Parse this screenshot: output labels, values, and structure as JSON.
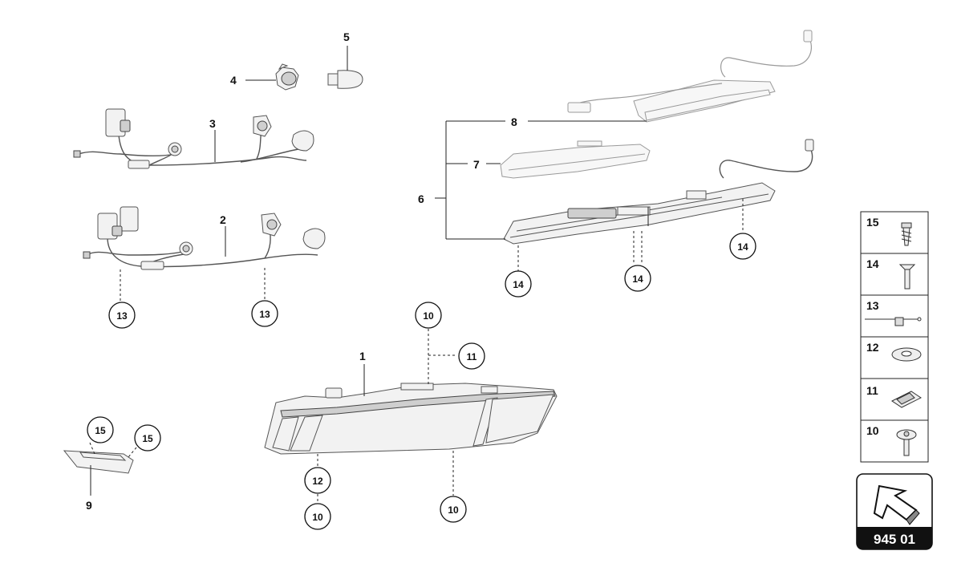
{
  "diagram": {
    "part_labels": [
      "1",
      "2",
      "3",
      "4",
      "5",
      "6",
      "7",
      "8",
      "9"
    ],
    "callouts": [
      "10",
      "10",
      "10",
      "11",
      "12",
      "13",
      "13",
      "14",
      "14",
      "14",
      "15",
      "15"
    ]
  },
  "legend": {
    "items": [
      {
        "number": "15",
        "icon": "screw-icon"
      },
      {
        "number": "14",
        "icon": "countersunk-bolt-icon"
      },
      {
        "number": "13",
        "icon": "cable-tie-icon"
      },
      {
        "number": "12",
        "icon": "washer-icon"
      },
      {
        "number": "11",
        "icon": "spring-clip-icon"
      },
      {
        "number": "10",
        "icon": "flange-bolt-icon"
      }
    ]
  },
  "badge": {
    "code": "945 01",
    "icon": "direction-arrow-icon"
  }
}
